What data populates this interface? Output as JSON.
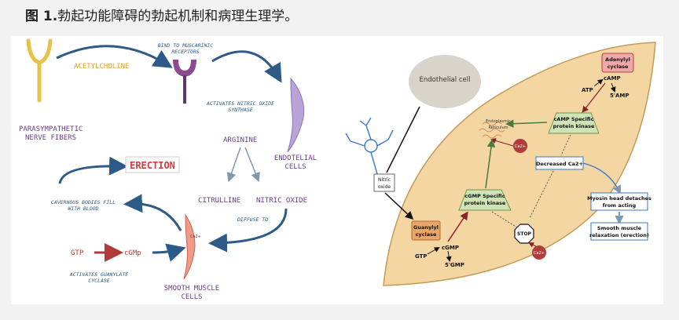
{
  "caption": {
    "prefix": "图 1.",
    "text": "勃起功能障碍的勃起机制和病理生理学。"
  },
  "left": {
    "acetylcholine": "ACETYLCHOLINE",
    "bind_receptors": [
      "BIND TO MUSCARINIC",
      "RECEPTORS"
    ],
    "activates_nos": [
      "ACTIVATES NITRIC OXIDE",
      "SYNTHASE"
    ],
    "parasympathetic": [
      "PARASYMPATHETIC",
      "NERVE FIBERS"
    ],
    "arginine": "ARGININE",
    "endotelial": [
      "ENDOTELIAL",
      "CELLS"
    ],
    "erection": "ERECTION",
    "citrulline": "CITRULLINE",
    "nitric_oxide": "NITRIC OXIDE",
    "cavernous": [
      "CAVERNOUS BODIES FILL",
      "WITH BLOOD"
    ],
    "diffuse": "DIFFUSE TO",
    "gtp": "GTP",
    "cgmp": "cGMp",
    "activates_gc": [
      "ACTIVATES GUANYLATE",
      "CYCLASE"
    ],
    "smooth_muscle": [
      "SMOOTH MUSCLE",
      "CELLS"
    ],
    "ca_label": "Ca2+"
  },
  "right": {
    "endothelial_cell": "Endothelial cell",
    "nitric_oxide": [
      "Nitric",
      "oxide"
    ],
    "endoplasmic": [
      "Endoplasmic",
      "Reticulum"
    ],
    "ca": "Ca2+",
    "adenylyl": [
      "Adenylyl",
      "cyclase"
    ],
    "atp": "ATP",
    "camp": "cAMP",
    "five_amp": "5'AMP",
    "camp_kinase": [
      "cAMP Specific",
      "protein kinase"
    ],
    "decreased_ca": "Decreased Ca2+",
    "cgmp_kinase": [
      "cGMP Specific",
      "protein kinase"
    ],
    "guanylyl": [
      "Guanylyl",
      "cyclase"
    ],
    "gtp": "GTP",
    "cgmp": "cGMP",
    "five_gmp": "5'GMP",
    "stop": "STOP",
    "myosin": [
      "Myosin head detaches",
      "from acting"
    ],
    "relaxation": [
      "Smooth muscle",
      "relaxation (erection)"
    ]
  }
}
